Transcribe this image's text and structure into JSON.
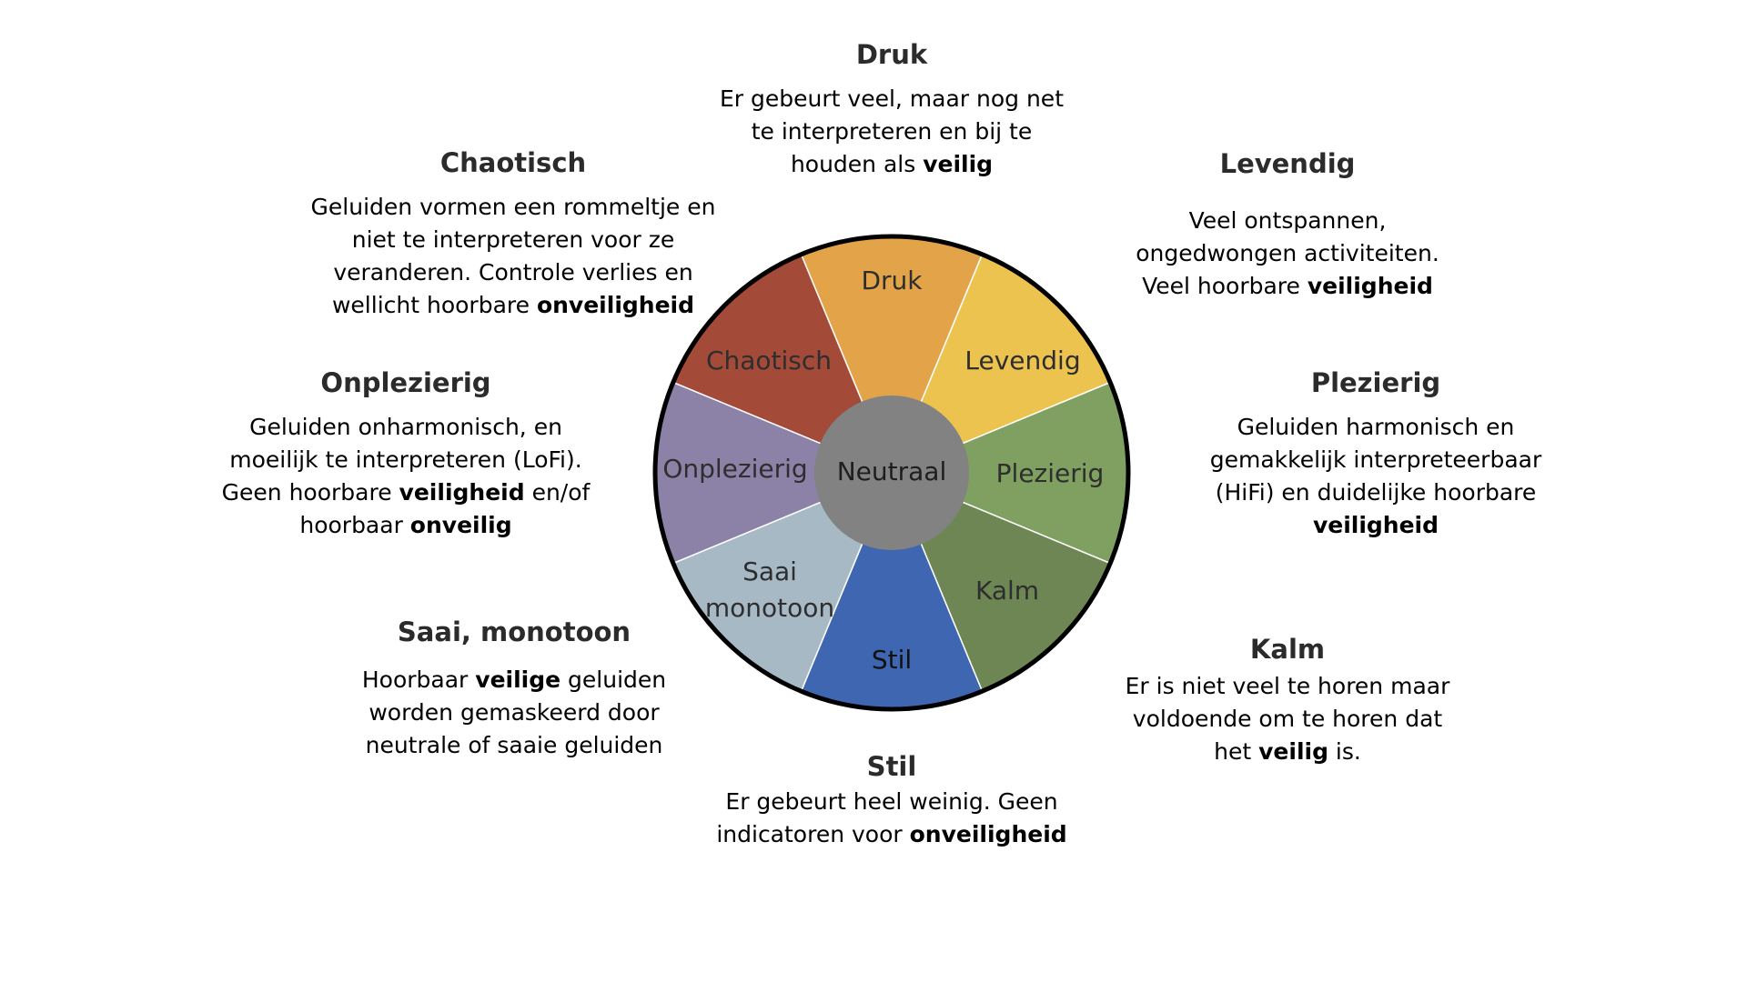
{
  "wheel": {
    "center_label": "Neutraal",
    "center_color": "#828282",
    "outline_color": "#000000",
    "segments": [
      {
        "key": "druk",
        "label_lines": [
          "Druk"
        ],
        "color": "#e3a348"
      },
      {
        "key": "levendig",
        "label_lines": [
          "Levendig"
        ],
        "color": "#edc350"
      },
      {
        "key": "plezierig",
        "label_lines": [
          "Plezierig"
        ],
        "color": "#7fa060"
      },
      {
        "key": "kalm",
        "label_lines": [
          "Kalm"
        ],
        "color": "#6d8653"
      },
      {
        "key": "stil",
        "label_lines": [
          "Stil"
        ],
        "color": "#3f66b0"
      },
      {
        "key": "saai",
        "label_lines": [
          "Saai",
          "monotoon"
        ],
        "color": "#a8b9c6"
      },
      {
        "key": "onplezierig",
        "label_lines": [
          "Onplezierig"
        ],
        "color": "#8c82a8"
      },
      {
        "key": "chaotisch",
        "label_lines": [
          "Chaotisch"
        ],
        "color": "#a44a38"
      }
    ]
  },
  "descriptions": {
    "druk": {
      "title": "Druk",
      "lines": [
        [
          {
            "t": "Er gebeurt veel, maar nog net"
          }
        ],
        [
          {
            "t": "te interpreteren en bij te"
          }
        ],
        [
          {
            "t": "houden als "
          },
          {
            "t": "veilig",
            "b": true
          }
        ]
      ]
    },
    "chaotisch": {
      "title": "Chaotisch",
      "lines": [
        [
          {
            "t": "Geluiden vormen een rommeltje en"
          }
        ],
        [
          {
            "t": "niet te interpreteren voor ze"
          }
        ],
        [
          {
            "t": "veranderen. Controle verlies en"
          }
        ],
        [
          {
            "t": "wellicht hoorbare "
          },
          {
            "t": "onveiligheid",
            "b": true
          }
        ]
      ]
    },
    "levendig": {
      "title": "Levendig",
      "lines": [
        [
          {
            "t": "Veel ontspannen,"
          }
        ],
        [
          {
            "t": "ongedwongen activiteiten."
          }
        ],
        [
          {
            "t": "Veel hoorbare "
          },
          {
            "t": "veiligheid",
            "b": true
          }
        ]
      ]
    },
    "onplezierig": {
      "title": "Onplezierig",
      "lines": [
        [
          {
            "t": "Geluiden onharmonisch, en"
          }
        ],
        [
          {
            "t": "moeilijk te interpreteren (LoFi)."
          }
        ],
        [
          {
            "t": "Geen hoorbare "
          },
          {
            "t": "veiligheid",
            "b": true
          },
          {
            "t": " en/of"
          }
        ],
        [
          {
            "t": "hoorbaar "
          },
          {
            "t": "onveilig",
            "b": true
          }
        ]
      ]
    },
    "plezierig": {
      "title": "Plezierig",
      "lines": [
        [
          {
            "t": "Geluiden harmonisch en"
          }
        ],
        [
          {
            "t": "gemakkelijk interpreteerbaar"
          }
        ],
        [
          {
            "t": "(HiFi) en duidelijke hoorbare"
          }
        ],
        [
          {
            "t": "veiligheid",
            "b": true
          }
        ]
      ]
    },
    "saai": {
      "title": "Saai, monotoon",
      "lines": [
        [
          {
            "t": "Hoorbaar "
          },
          {
            "t": "veilige",
            "b": true
          },
          {
            "t": " geluiden"
          }
        ],
        [
          {
            "t": "worden gemaskeerd door"
          }
        ],
        [
          {
            "t": "neutrale of saaie geluiden"
          }
        ]
      ]
    },
    "kalm": {
      "title": "Kalm",
      "lines": [
        [
          {
            "t": "Er is niet veel te horen maar"
          }
        ],
        [
          {
            "t": "voldoende om te horen dat"
          }
        ],
        [
          {
            "t": "het "
          },
          {
            "t": "veilig",
            "b": true
          },
          {
            "t": " is."
          }
        ]
      ]
    },
    "stil": {
      "title": "Stil",
      "lines": [
        [
          {
            "t": "Er gebeurt heel weinig. Geen"
          }
        ],
        [
          {
            "t": "indicatoren voor "
          },
          {
            "t": "onveiligheid",
            "b": true
          }
        ]
      ]
    }
  }
}
